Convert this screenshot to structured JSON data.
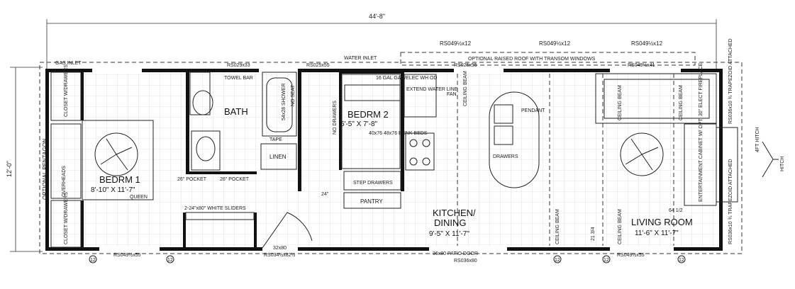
{
  "overall_width": "44'-8\"",
  "overall_depth": "12'-0\"",
  "hitch": "4FT HITCH",
  "hitch_v": "HITCH",
  "windows": {
    "top_bedrm1": "RS029x33",
    "top_bath": "RS025x55",
    "top_kitchen": "RS025x55",
    "top_living": "RS049½x41",
    "transom1": "RS049½x12",
    "transom2": "RS049½x12",
    "transom3": "RS049½x12",
    "bottom_bedrm1": "RS049½x55",
    "bottom_door": "RS034½x82½",
    "bottom_patio_w": "RS036x80",
    "bottom_living": "RS049½x55",
    "right_upper": "RS036x10 ¾ TRAPEZOID ATTACHED",
    "right_lower": "RS036x10 ¾ TRAPEZOID ATTACHED"
  },
  "notes": {
    "gas_inlet": "GAS INLET",
    "water_inlet": "WATER INLET",
    "optional_raised_roof": "OPTIONAL RAISED ROOF WITH TRANSOM WINDOWS",
    "optional_pentagon": "OPTIONAL PENTAGON",
    "towel_bar": "TOWEL BAR",
    "shower": "54x28 SHOWER",
    "no_seat": "NO SEAT",
    "tape": "TAPE",
    "linen": "LINEN",
    "water_heater": "16 GAL GAS/ELEC WH OD",
    "no_drawers": "NO DRAWERS",
    "extend_water_line": "EXTEND WATER LINE",
    "closet_upper": "CLOSET W/DRAWERS",
    "closet_lower": "CLOSET W/DRAWERS",
    "overheads": "OVERHEADS",
    "queen": "QUEEN",
    "pocket_bath": "26\" POCKET",
    "pocket_bed": "26\" POCKET",
    "sliders": "2-24\"x80\" WHITE SLIDERS",
    "step_drawers": "STEP DRAWERS",
    "pantry": "PANTRY",
    "drawers": "DRAWERS",
    "fridge_gap": "24\"",
    "bunk_beds": "40x76 48x76 BUNK BEDS",
    "entertainment": "ENTERTAINMENT CABINET W/ OPT. 30\" ELECT FIREPLACE",
    "dim_64": "64 1/2",
    "dim_21": "21 3/4",
    "patio_door": "36x80 PATIO DOOR",
    "door_32": "32x80",
    "ceiling_beam": "CEILING BEAM",
    "pendant": "PENDANT",
    "fan": "FAN"
  },
  "rooms": {
    "bath": "BATH",
    "bedrm1": "BEDRM 1",
    "bedrm1_dim": "8'-10\" X 11'-7\"",
    "bedrm2": "BEDRM 2",
    "bedrm2_dim": "6'-5\" X 7'-8\"",
    "kitchen": "KITCHEN/",
    "dining": "DINING",
    "kitchen_dim": "9'-5\" X 11'-7\"",
    "living": "LIVING ROOM",
    "living_dim": "11'-6\" X 11'-7\""
  },
  "markers": [
    "12",
    "12",
    "12",
    "12",
    "12"
  ]
}
